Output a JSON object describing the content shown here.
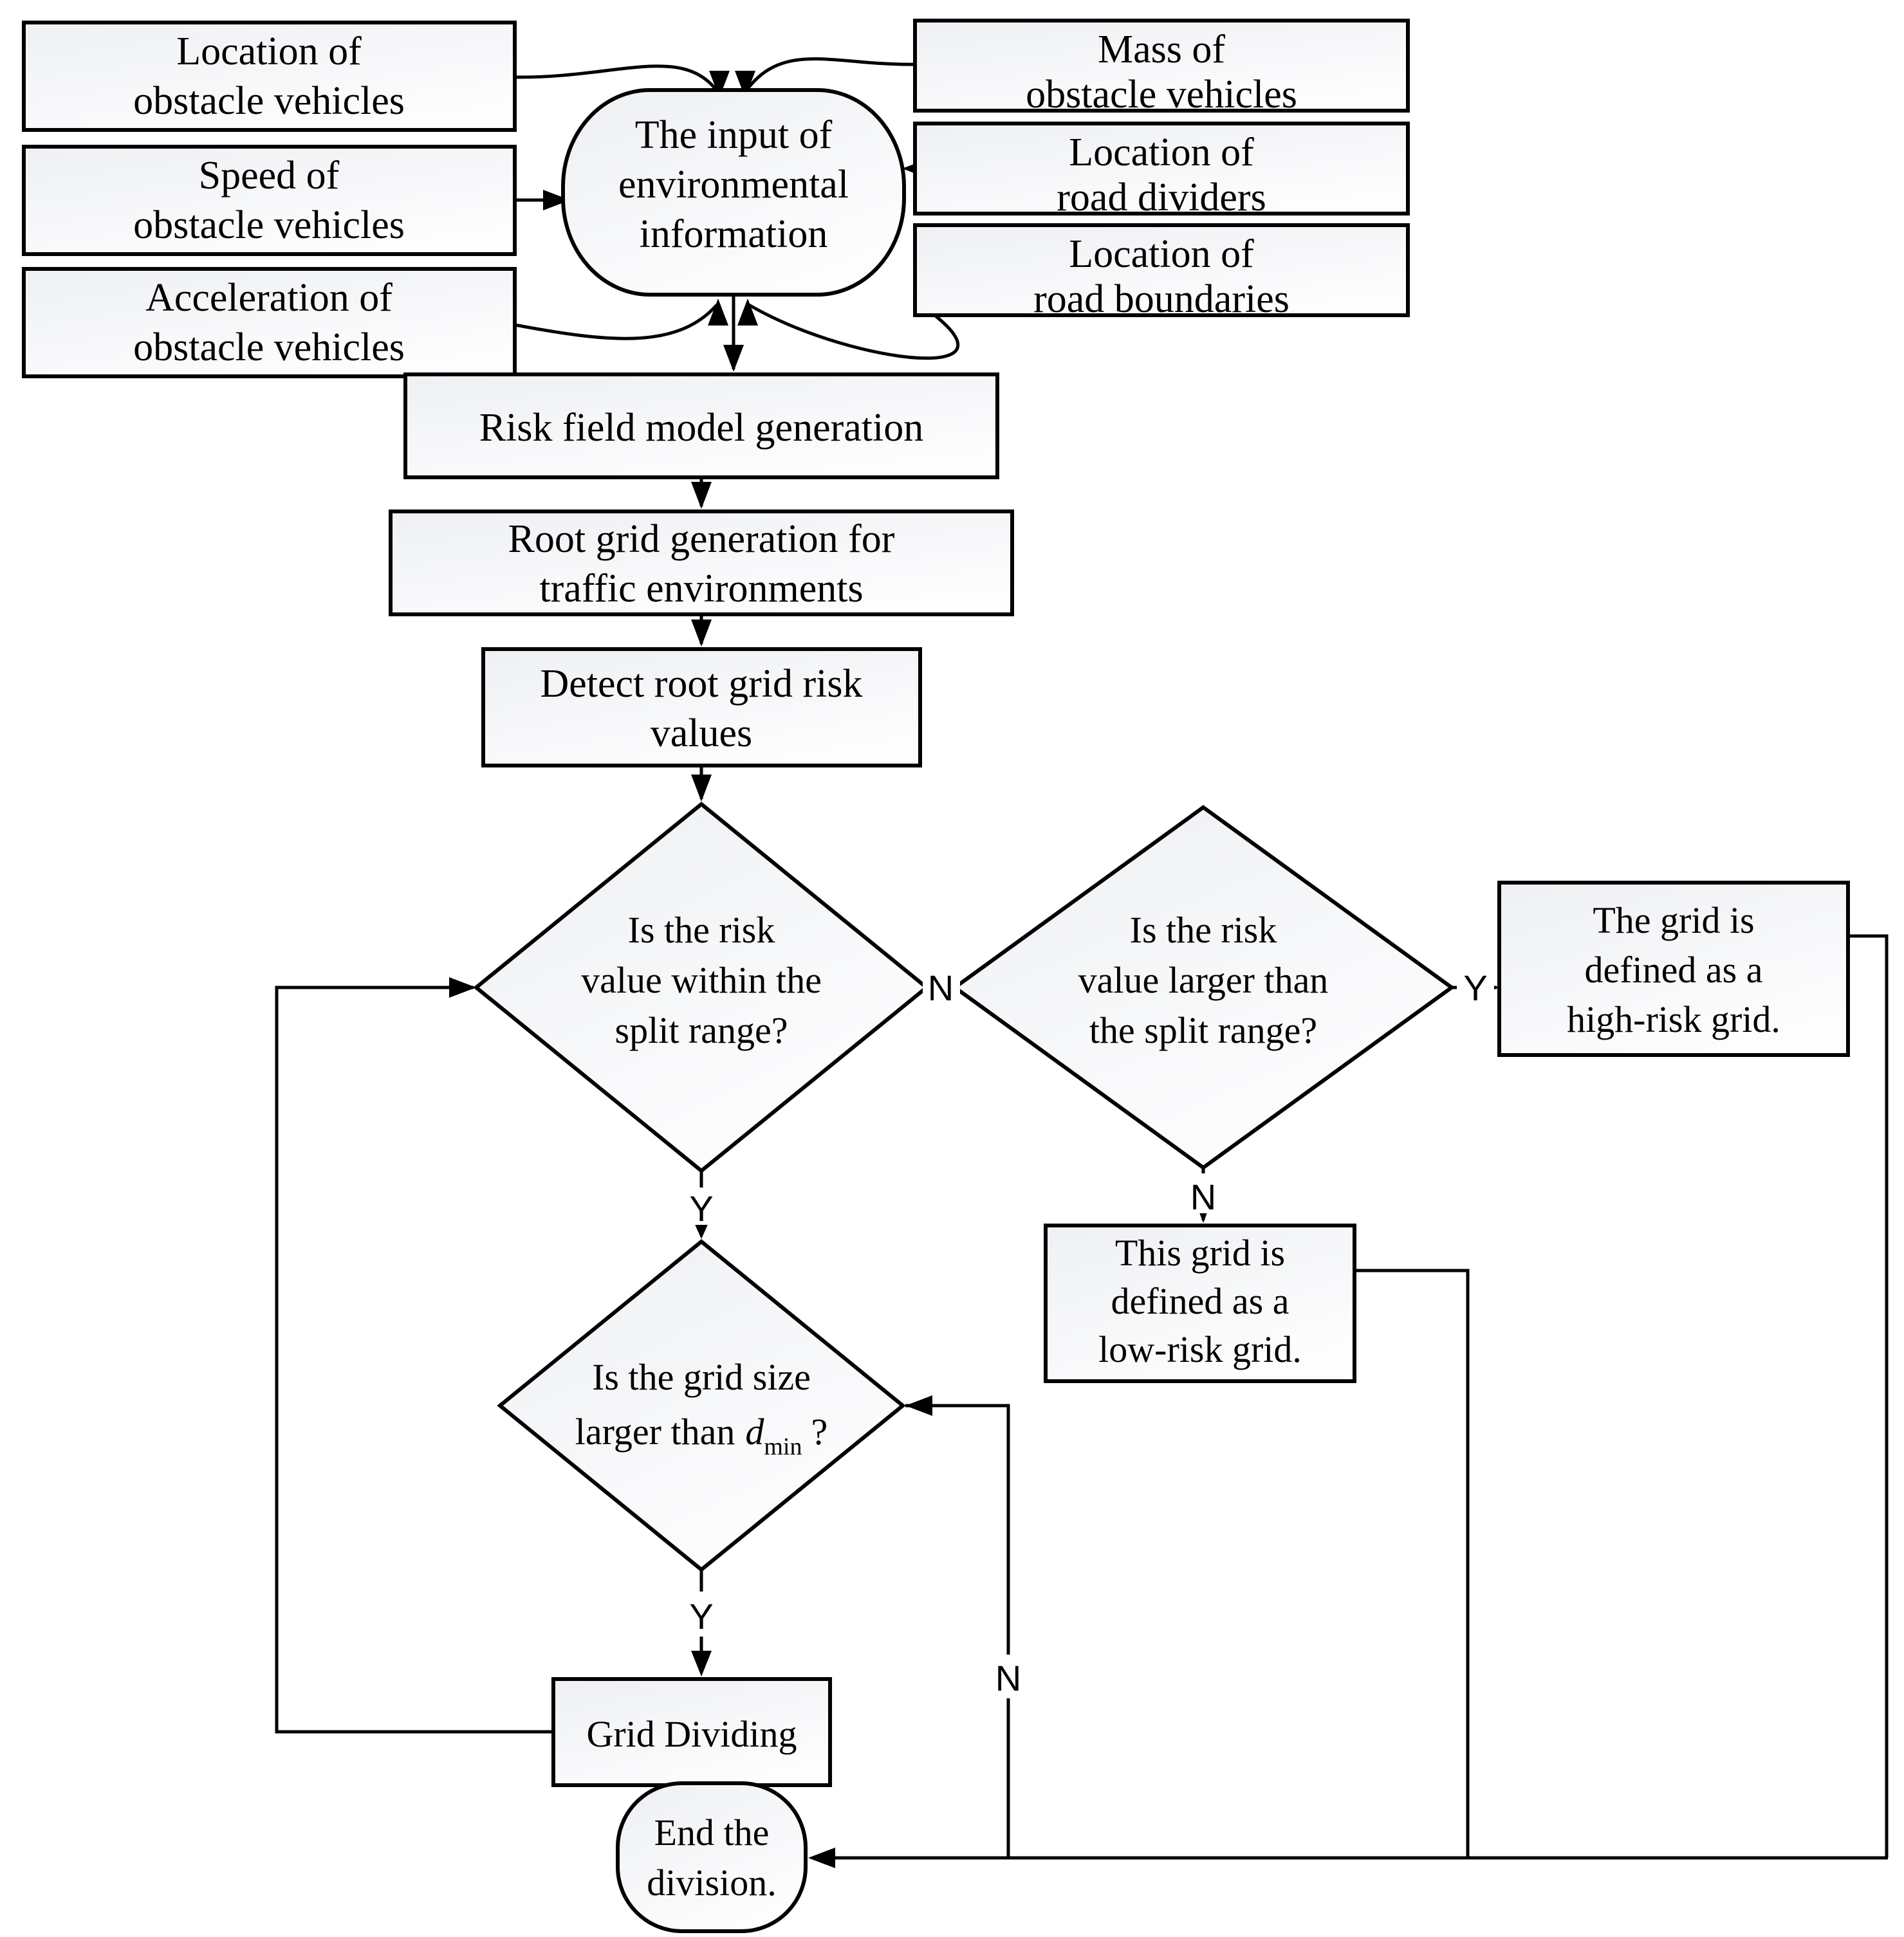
{
  "figure": {
    "background": "#ffffff",
    "stroke_color": "#000000",
    "node_fill_top": "#eef0f3",
    "node_fill_bottom": "#fdfdfe"
  },
  "nodes": {
    "loc_obstacle": {
      "lines": [
        "Location of",
        "obstacle vehicles"
      ]
    },
    "speed_obstacle": {
      "lines": [
        "Speed of",
        "obstacle vehicles"
      ]
    },
    "accel_obstacle": {
      "lines": [
        "Acceleration of",
        "obstacle vehicles"
      ]
    },
    "mass_obstacle": {
      "lines": [
        "Mass of",
        "obstacle vehicles"
      ]
    },
    "loc_dividers": {
      "lines": [
        "Location of",
        "road dividers"
      ]
    },
    "loc_boundaries": {
      "lines": [
        "Location of",
        "road boundaries"
      ]
    },
    "input_env": {
      "lines": [
        "The input of",
        "environmental",
        "information"
      ]
    },
    "risk_field": {
      "lines": [
        "Risk field model generation"
      ]
    },
    "root_grid": {
      "lines": [
        "Root grid generation for",
        "traffic environments"
      ]
    },
    "detect_risk": {
      "lines": [
        "Detect root grid risk",
        "values"
      ]
    },
    "d1": {
      "lines": [
        "Is the risk",
        "value within the",
        "split range?"
      ]
    },
    "d2": {
      "lines": [
        "Is the risk",
        "value larger than",
        "the split range?"
      ]
    },
    "high_risk": {
      "lines": [
        "The grid is",
        "defined as a",
        "high-risk grid."
      ]
    },
    "low_risk": {
      "lines": [
        "This grid is",
        "defined as a",
        "low-risk grid."
      ]
    },
    "d3": {
      "line1": "Is the grid size",
      "line2_pre": "larger than",
      "var": "d",
      "var_sub": "min",
      "line2_post": "?"
    },
    "grid_dividing": {
      "lines": [
        "Grid Dividing"
      ]
    },
    "end": {
      "lines": [
        "End the",
        "division."
      ]
    }
  },
  "edge_labels": {
    "d1_no": "N",
    "d1_yes": "Y",
    "d2_no": "N",
    "d2_yes": "Y",
    "d3_yes": "Y",
    "d3_no": "N"
  }
}
